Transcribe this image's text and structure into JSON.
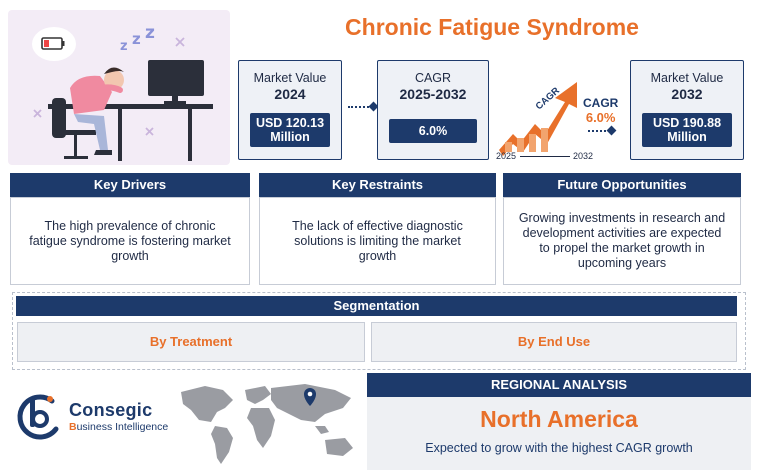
{
  "title": "Chronic Fatigue Syndrome",
  "market_2024": {
    "label_line1": "Market Value",
    "label_line2": "2024",
    "value": "USD 120.13 Million"
  },
  "cagr_card": {
    "label_line1": "CAGR",
    "label_line2": "2025-2032",
    "value": "6.0%"
  },
  "cagr_graphic": {
    "arrow_text": "CAGR",
    "side_label": "CAGR",
    "side_value": "6.0%",
    "year_start": "2025",
    "year_end": "2032"
  },
  "market_2032": {
    "label_line1": "Market Value",
    "label_line2": "2032",
    "value": "USD 190.88 Million"
  },
  "key_drivers": {
    "heading": "Key Drivers",
    "text": "The high prevalence of chronic fatigue syndrome is fostering market growth"
  },
  "key_restraints": {
    "heading": "Key Restraints",
    "text": "The lack of effective diagnostic solutions is limiting the market growth"
  },
  "future_opportunities": {
    "heading": "Future Opportunities",
    "text": "Growing investments in research and development activities are expected to propel the market growth in upcoming years"
  },
  "segmentation": {
    "heading": "Segmentation",
    "items": [
      "By Treatment",
      "By End Use"
    ]
  },
  "logo": {
    "name": "Consegic",
    "sub_first": "B",
    "sub_rest": "usiness Intelligence"
  },
  "regional": {
    "heading": "REGIONAL ANALYSIS",
    "region": "North America",
    "description": "Expected to grow with the highest CAGR growth"
  },
  "colors": {
    "navy": "#1d3a6b",
    "orange": "#e8702a",
    "light": "#eef0f3"
  }
}
